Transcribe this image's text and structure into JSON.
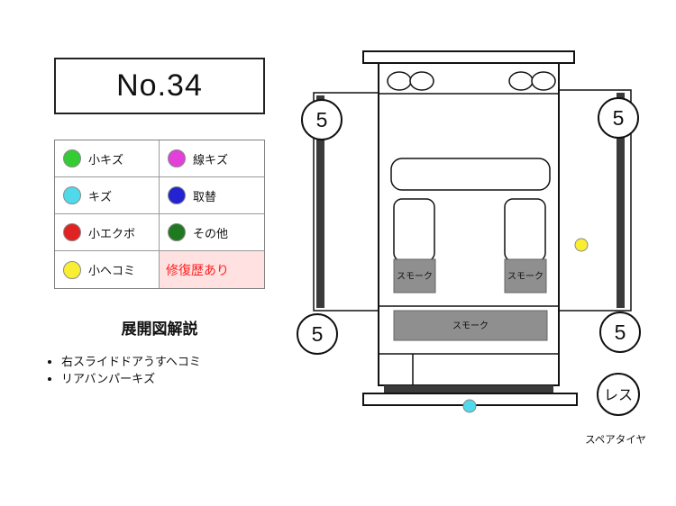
{
  "title": "No.34",
  "legend": {
    "items": [
      {
        "label": "小キズ",
        "color": "#33cc33"
      },
      {
        "label": "線キズ",
        "color": "#e240d9"
      },
      {
        "label": "キズ",
        "color": "#4fd9ea"
      },
      {
        "label": "取替",
        "color": "#2323d1"
      },
      {
        "label": "小エクボ",
        "color": "#e02222"
      },
      {
        "label": "その他",
        "color": "#1f7a1f"
      },
      {
        "label": "小ヘコミ",
        "color": "#f9ee32"
      }
    ],
    "repair": {
      "label": "修復歴あり",
      "text_color": "#ff2020",
      "bg_color": "#ffe1e1"
    }
  },
  "notes": {
    "heading": "展開図解説",
    "bullets": [
      "右スライドドアうすヘコミ",
      "リアバンパーキズ"
    ]
  },
  "diagram": {
    "tires": {
      "front_left": "5",
      "front_right": "5",
      "rear_left": "5",
      "rear_right": "5"
    },
    "smoke": {
      "left_quarter": "スモーク",
      "right_quarter": "スモーク",
      "rear": "スモーク"
    },
    "spare": {
      "badge": "レス",
      "caption": "スペアタイヤ"
    },
    "markers": [
      {
        "name": "right-slide-door-small-dent",
        "type": "小ヘコミ",
        "color": "#f9ee32"
      },
      {
        "name": "rear-bumper-scratch",
        "type": "キズ",
        "color": "#4fd9ea"
      }
    ]
  }
}
